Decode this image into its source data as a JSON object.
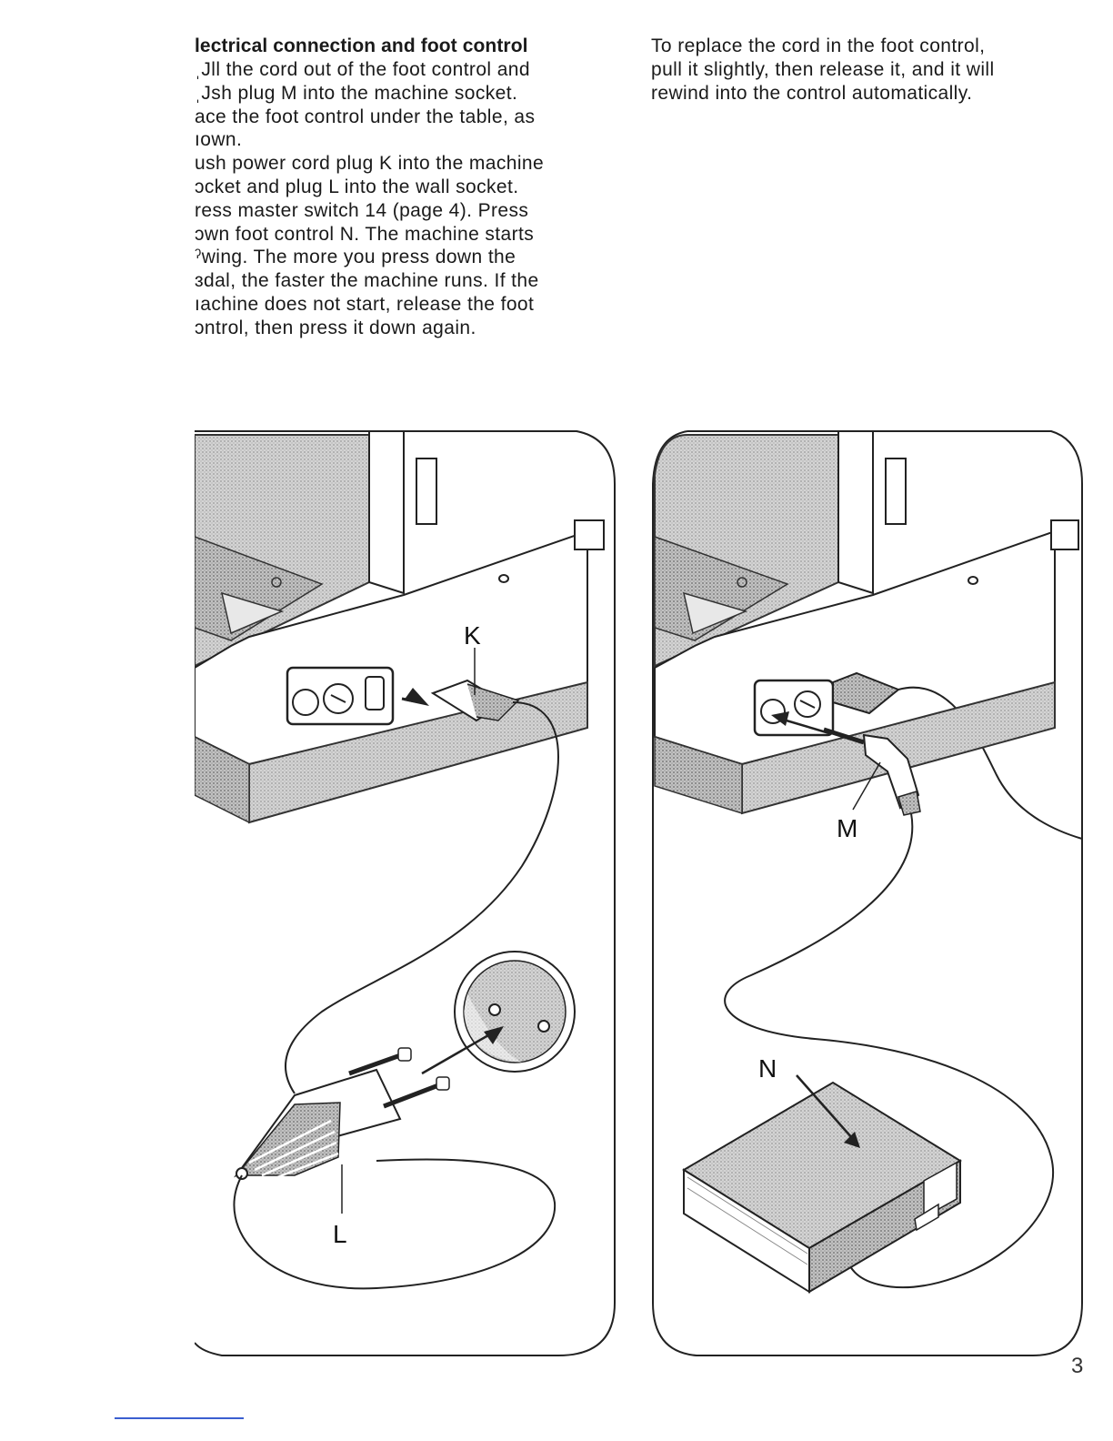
{
  "left_column": {
    "heading": "lectrical connection and foot control",
    "lines": [
      "ˌJll the cord out of the foot control and",
      "ˌJsh plug M into the machine socket.",
      "ace the foot control under the table, as",
      "ıown.",
      "ush power cord plug K into the machine",
      "ɔcket and plug L into the wall socket.",
      "ress master switch 14 (page 4). Press",
      "ɔwn foot control N. The machine starts",
      "ˀwing. The more you press down the",
      "ɜdal, the faster the machine runs. If the",
      "ıachine does not start, release the foot",
      "ɔntrol, then press it down again."
    ]
  },
  "right_column": {
    "lines": [
      "To replace the cord in the foot control,",
      "pull it slightly, then release it, and it will",
      "rewind into the control automatically."
    ]
  },
  "figure_left": {
    "labels": {
      "k": "K",
      "l": "L"
    }
  },
  "figure_right": {
    "labels": {
      "m": "M",
      "n": "N"
    }
  },
  "page_number": "3"
}
